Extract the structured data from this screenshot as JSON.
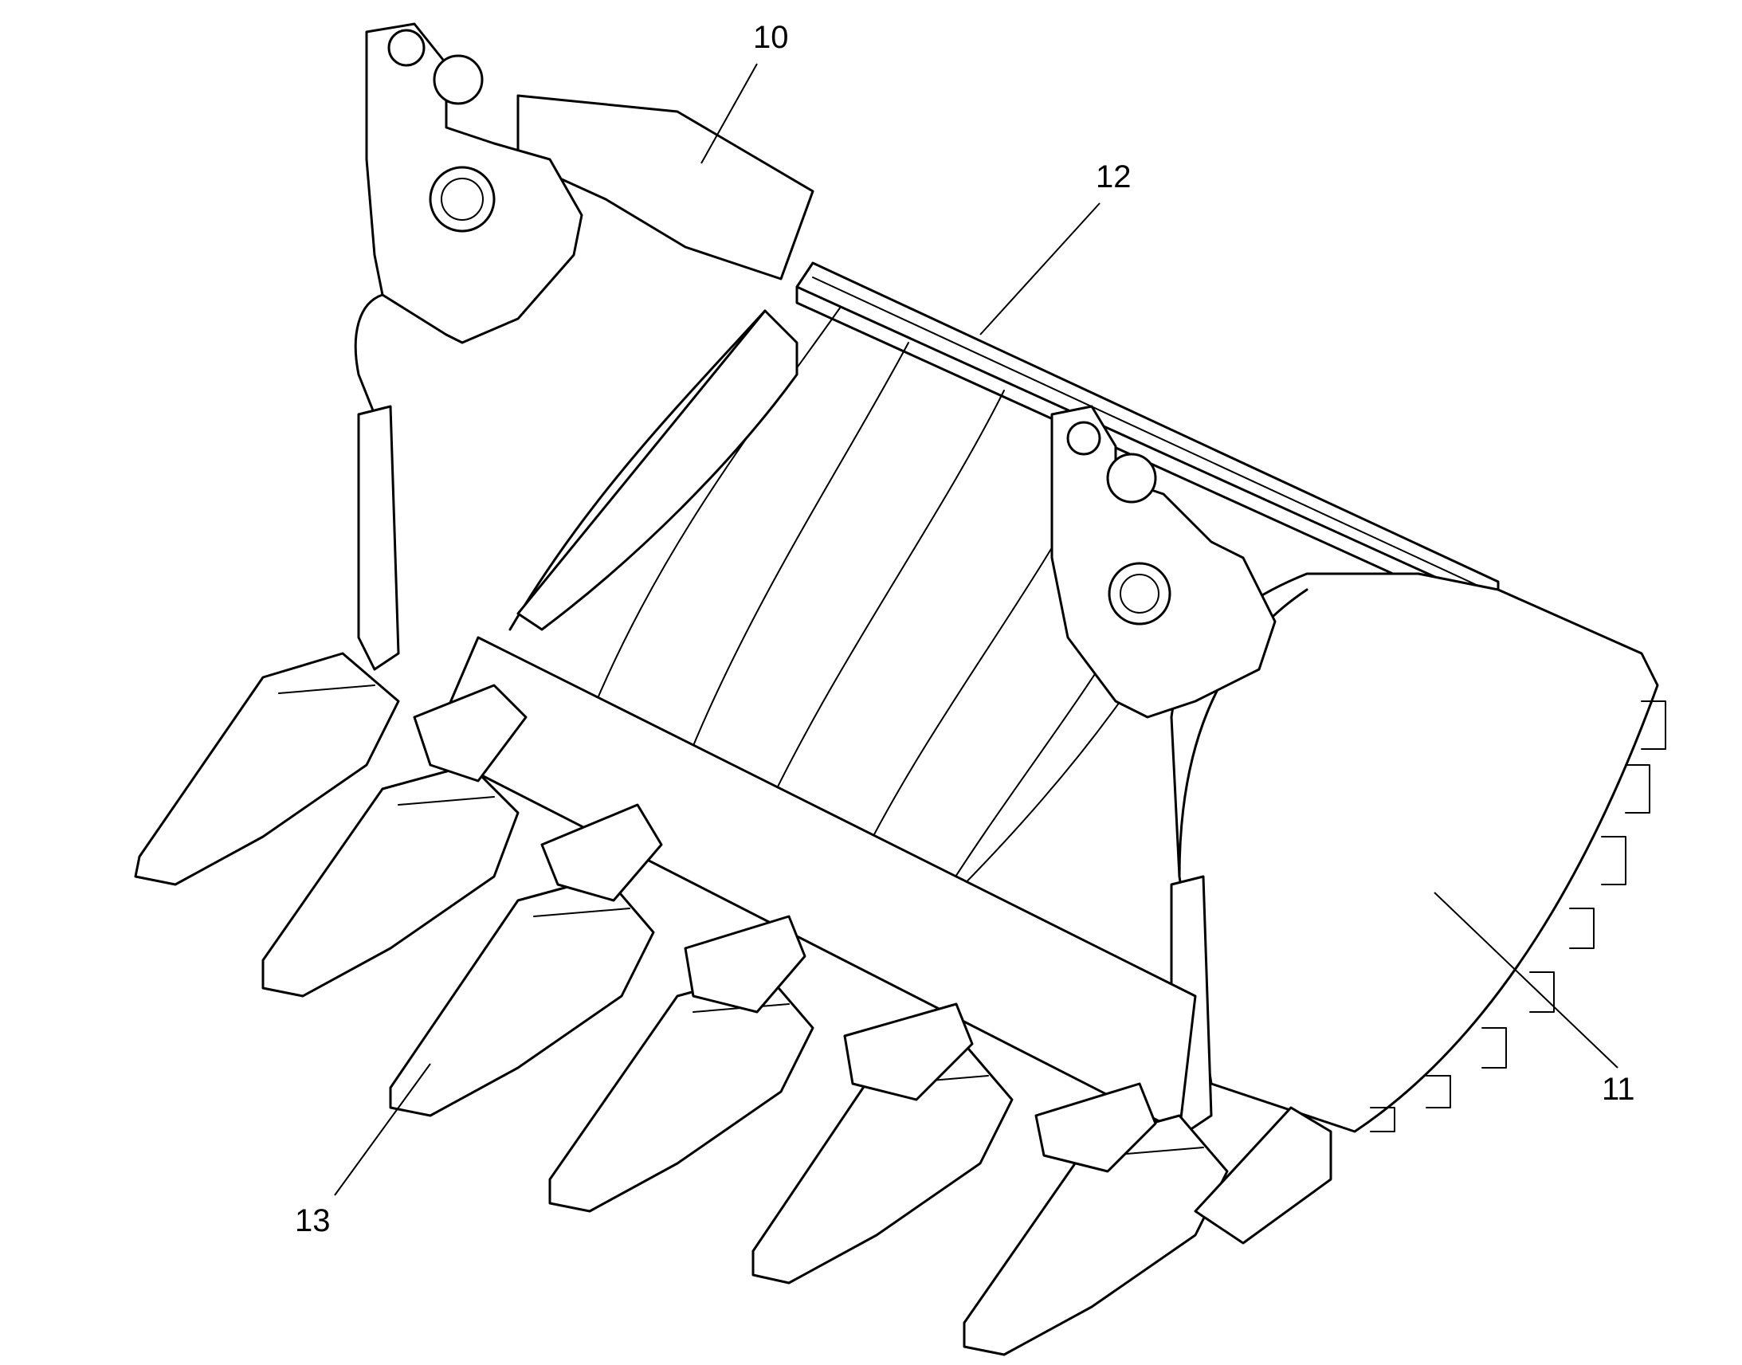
{
  "figure": {
    "labels": [
      {
        "id": "label-10",
        "text": "10"
      },
      {
        "id": "label-11",
        "text": "11"
      },
      {
        "id": "label-12",
        "text": "12"
      },
      {
        "id": "label-13",
        "text": "13"
      }
    ]
  }
}
